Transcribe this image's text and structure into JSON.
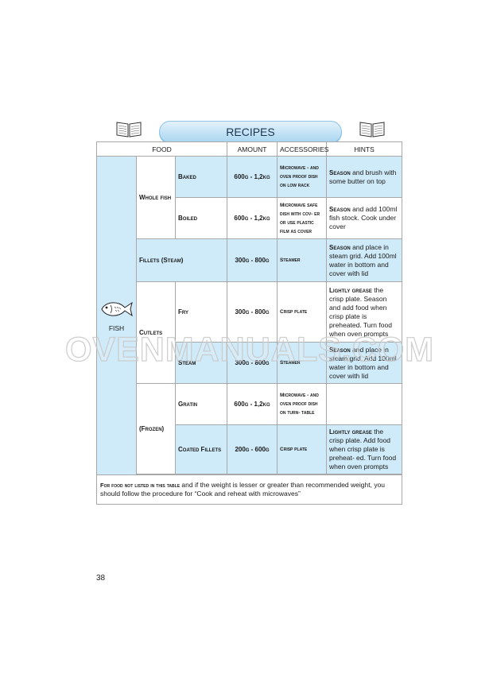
{
  "banner_title": "RECIPES",
  "headers": {
    "food": "FOOD",
    "amount": "AMOUNT",
    "accessories": "ACCESSORIES",
    "hints": "HINTS"
  },
  "category": "FISH",
  "groups": {
    "whole_fish": "Whole fish",
    "fillets": "Fillets (Steam)",
    "cutlets": "Cutlets",
    "frozen": "(Frozen)"
  },
  "rows": [
    {
      "item": "Baked",
      "amount": "600g - 1,2kg",
      "accessories": "Microwave - and oven proof dish on low rack",
      "hint_lead": "Season",
      "hint": " and brush with some butter on top"
    },
    {
      "item": "Boiled",
      "amount": "600g - 1,2kg",
      "accessories": "Microwave safe dish with cov- er or use plastic film as cover",
      "hint_lead": "Season",
      "hint": " and add 100ml fish stock. Cook under cover"
    },
    {
      "item": "",
      "amount": "300g - 800g",
      "accessories": "Steamer",
      "hint_lead": "Season",
      "hint": " and place in steam grid. Add 100ml water in bottom and cover with lid"
    },
    {
      "item": "Fry",
      "amount": "300g - 800g",
      "accessories": "Crisp plate",
      "hint_lead": "Lightly grease",
      "hint": " the crisp plate. Season and add food when crisp plate is preheated. Turn food when oven prompts"
    },
    {
      "item": "Steam",
      "amount": "300g - 800g",
      "accessories": "Steamer",
      "hint_lead": "Season",
      "hint": " and place in steam grid. Add 100ml water in bottom and cover with lid"
    },
    {
      "item": "Gratin",
      "amount": "600g - 1,2kg",
      "accessories": "Microwave - and oven proof dish on turn- table",
      "hint_lead": "",
      "hint": ""
    },
    {
      "item": "Coated Fillets",
      "amount": "200g - 600g",
      "accessories": "Crisp plate",
      "hint_lead": "Lightly grease",
      "hint": " the crisp plate. Add food when crisp plate is preheat- ed. Turn food when oven prompts"
    }
  ],
  "footnote": {
    "lead": "For food not listed in this table",
    "text": " and if the weight is lesser or greater than recommended weight, you should follow the procedure for “Cook and reheat with microwaves”"
  },
  "watermark": "OVENMANUALS.COM",
  "page_number": "38",
  "colors": {
    "row_blue": "#cfeaf8",
    "border": "#a8a8a8",
    "banner": "#a9d6f0"
  },
  "icons": [
    "open-book-icon",
    "fish-icon"
  ]
}
